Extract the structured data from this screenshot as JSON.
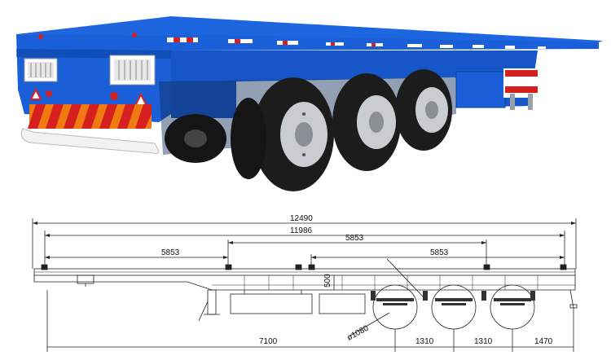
{
  "photo": {
    "subject": "blue-flatbed-tri-axle-semi-trailer",
    "colors": {
      "body_blue": "#1a5fd8",
      "dark_blue": "#0d3f9e",
      "tire": "#1c1c1c",
      "rim": "#c9ccd1",
      "reflector_orange": "#f07a12",
      "reflector_red": "#d62020",
      "bumper": "#f2f2f2"
    }
  },
  "drawing": {
    "dimensions": {
      "overall_length": "12490",
      "deck_length": "11986",
      "span_left": "5853",
      "span_middle": "5853",
      "span_right": "5853",
      "frame_height": "500",
      "wheel_diameter": "ø1080",
      "kingpin_to_axle": "7100",
      "axle_spacing_1": "1310",
      "axle_spacing_2": "1310",
      "rear_overhang": "1470"
    }
  }
}
